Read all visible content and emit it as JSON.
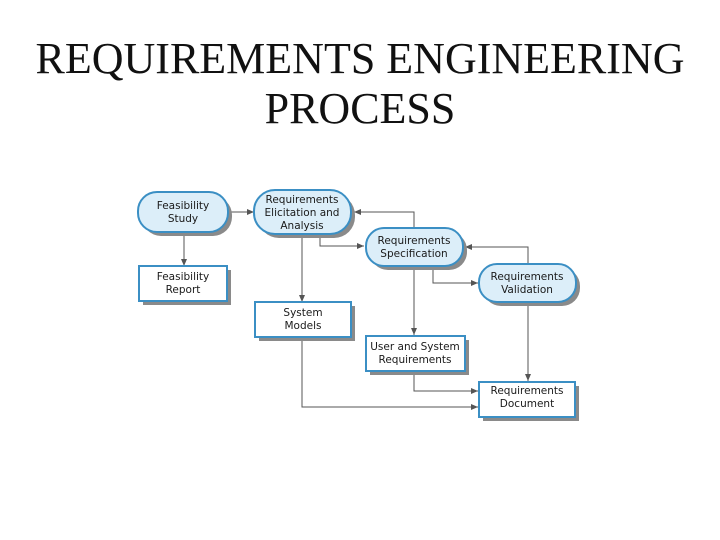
{
  "slide": {
    "title_line1": "REQUIREMENTS ENGINEERING",
    "title_line2": "PROCESS"
  },
  "diagram": {
    "process_fill": "#dceef9",
    "border_color": "#3b8fc4",
    "nodes": {
      "feasibility_study": {
        "line1": "Feasibility",
        "line2": "Study"
      },
      "elicitation": {
        "line1": "Requirements",
        "line2": "Elicitation and",
        "line3": "Analysis"
      },
      "specification": {
        "line1": "Requirements",
        "line2": "Specification"
      },
      "validation": {
        "line1": "Requirements",
        "line2": "Validation"
      },
      "feasibility_report": {
        "line1": "Feasibility",
        "line2": "Report"
      },
      "system_models": {
        "line1": "System",
        "line2": "Models"
      },
      "user_system_reqs": {
        "line1": "User and System",
        "line2": "Requirements"
      },
      "requirements_document": {
        "line1": "Requirements",
        "line2": "Document"
      }
    }
  }
}
